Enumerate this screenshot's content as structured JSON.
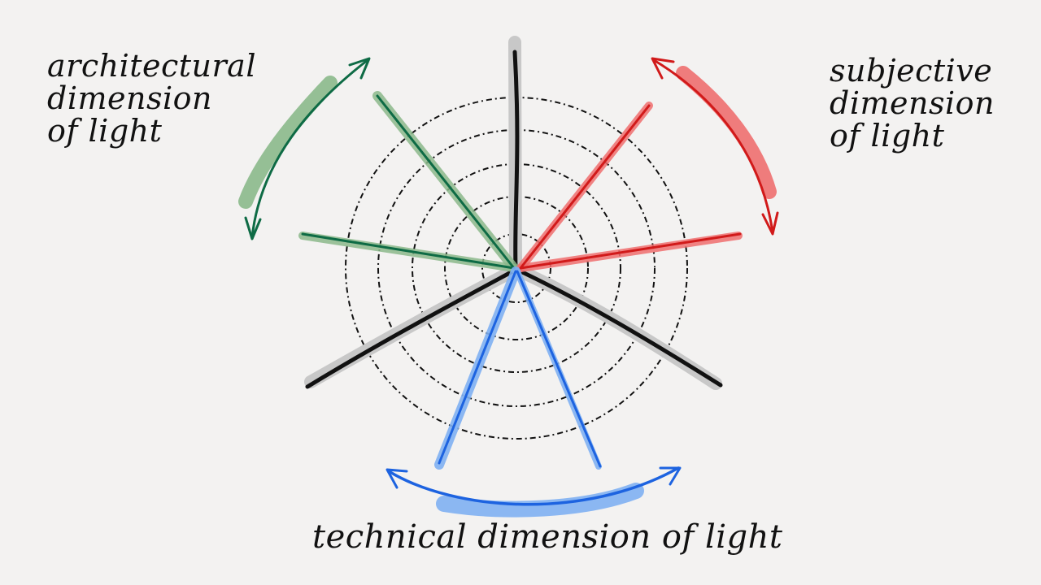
{
  "labels": {
    "architectural": [
      "architectural",
      "dimension",
      "of light"
    ],
    "subjective": [
      "subjective",
      "dimension",
      "of light"
    ],
    "technical": "technical dimension of light"
  },
  "colors": {
    "background": "#f3f2f1",
    "ink": "#111111",
    "architectural": "#0e6b45",
    "architectural_highlight": "#8bb98b",
    "subjective": "#d11a1a",
    "subjective_highlight": "#ee6f6f",
    "technical": "#1d63e0",
    "technical_highlight": "#7fb0f2",
    "axis_shadow": "#c8c8c8"
  }
}
